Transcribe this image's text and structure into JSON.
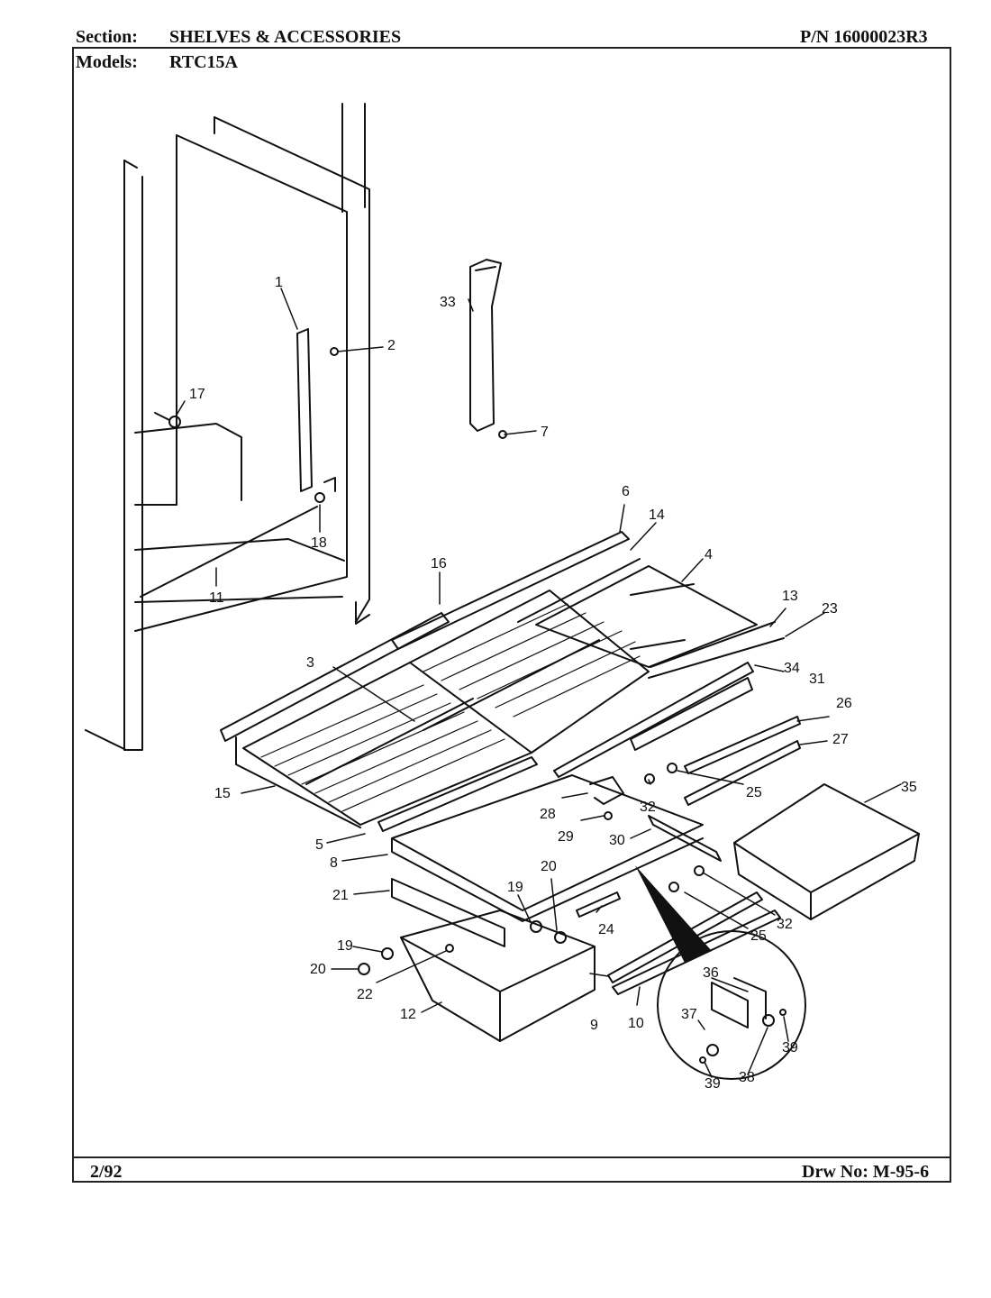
{
  "header": {
    "section_label": "Section:",
    "section_value": "SHELVES & ACCESSORIES",
    "part_number": "P/N 16000023R3",
    "models_label": "Models:",
    "models_value": "RTC15A"
  },
  "footer": {
    "date": "2/92",
    "drawing_number": "Drw No: M-95-6"
  },
  "callouts": [
    "1",
    "2",
    "3",
    "4",
    "5",
    "6",
    "7",
    "8",
    "9",
    "10",
    "11",
    "12",
    "13",
    "14",
    "15",
    "16",
    "17",
    "18",
    "19",
    "20",
    "21",
    "22",
    "23",
    "24",
    "25",
    "26",
    "27",
    "28",
    "29",
    "30",
    "31",
    "32",
    "33",
    "34",
    "35",
    "36",
    "37",
    "38",
    "39"
  ],
  "colors": {
    "ink": "#111111",
    "paper": "#ffffff"
  }
}
